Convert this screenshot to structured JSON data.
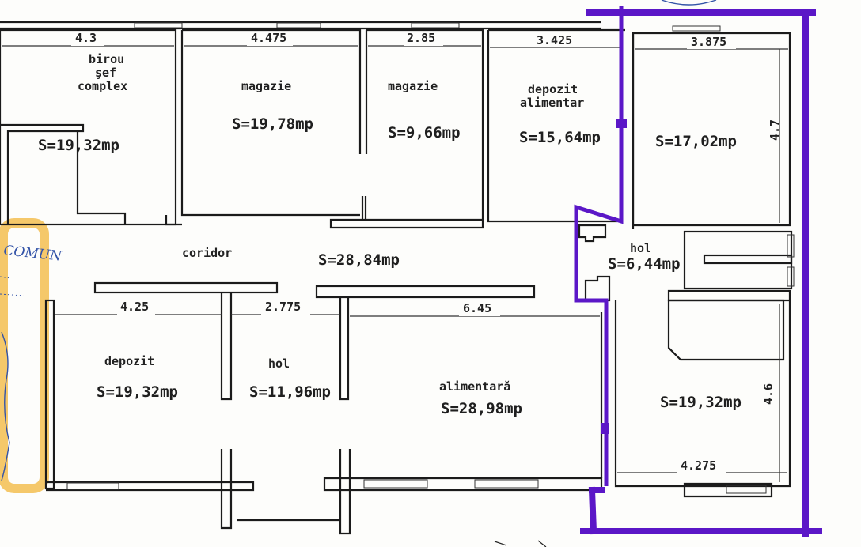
{
  "plan": {
    "dimensions": {
      "birou_top": "4.3",
      "magazie1_top": "4.475",
      "magazie2_top": "2.85",
      "depozit_alim_top": "3.425",
      "room5_top": "3.875",
      "room5_side": "4.7",
      "depozit_top": "4.25",
      "hol_top": "2.775",
      "alimentara_top": "6.45",
      "room_br_side": "4.6",
      "room_br_bottom": "4.275"
    },
    "rooms": {
      "birou": {
        "name_line1": "birou",
        "name_line2": "şef",
        "name_line3": "complex",
        "area": "S=19,32mp"
      },
      "magazie1": {
        "name": "magazie",
        "area": "S=19,78mp"
      },
      "magazie2": {
        "name": "magazie",
        "area": "S=9,66mp"
      },
      "depozit_alimentar": {
        "name_line1": "depozit",
        "name_line2": "alimentar",
        "area": "S=15,64mp"
      },
      "room_tr": {
        "area": "S=17,02mp"
      },
      "coridor": {
        "name": "coridor",
        "area": "S=28,84mp"
      },
      "hol_right": {
        "name": "hol",
        "area": "S=6,44mp"
      },
      "depozit": {
        "name": "depozit",
        "area": "S=19,32mp"
      },
      "hol_mid": {
        "name": "hol",
        "area": "S=11,96mp"
      },
      "alimentara": {
        "name": "alimentară",
        "area": "S=28,98mp"
      },
      "room_br": {
        "area": "S=19,32mp"
      }
    },
    "handwriting": {
      "left_note": "COMUN"
    },
    "colors": {
      "boundary": "#5b17c7",
      "highlight": "#f2b63a",
      "wall": "#1b1b1b",
      "ink": "#3454a8"
    }
  }
}
